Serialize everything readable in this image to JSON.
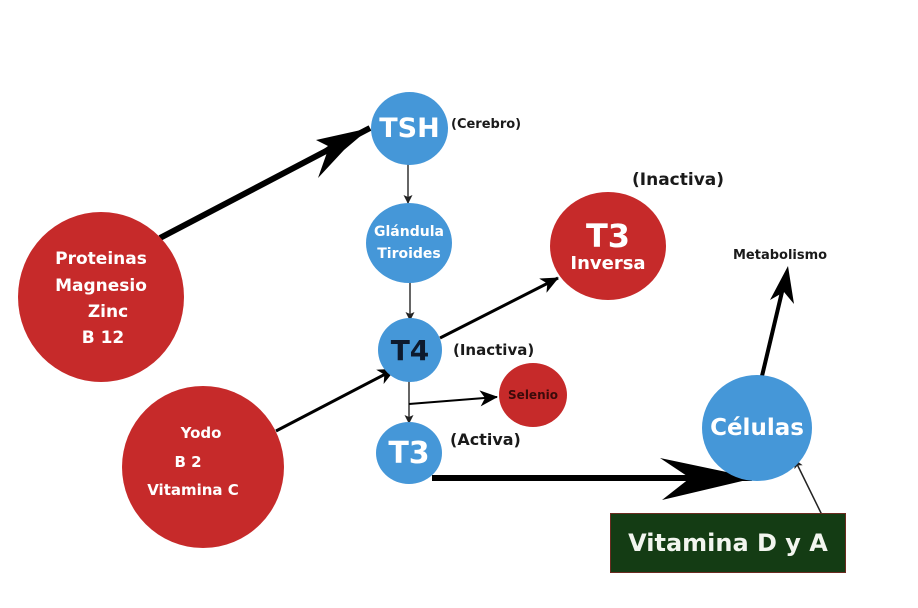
{
  "colors": {
    "nutrient_red": "#c62a2a",
    "hormone_blue": "#4597d8",
    "vitamin_box_green": "#143c14",
    "arrow": "#000000"
  },
  "nodes": {
    "tsh": {
      "label": "TSH",
      "note": "(Cerebro)"
    },
    "gland": {
      "line1": "Glándula",
      "line2": "Tiroides"
    },
    "t4": {
      "label": "T4",
      "note": "(Inactiva)"
    },
    "t3_active": {
      "label": "T3",
      "note": "(Activa)"
    },
    "t3_reverse": {
      "label": "T3",
      "sublabel": "Inversa",
      "note": "(Inactiva)"
    },
    "selenio": {
      "label": "Selenio"
    },
    "cells": {
      "label": "Células"
    },
    "metabolism": {
      "label": "Metabolismo"
    },
    "nutrients_1": {
      "items": [
        "Proteinas",
        "Magnesio",
        "Zinc",
        "B 12"
      ]
    },
    "nutrients_2": {
      "items": [
        "Yodo",
        "B 2",
        "Vitamina C"
      ]
    },
    "vitamin_box": {
      "label": "Vitamina D y A"
    }
  },
  "edges": [
    {
      "from": "nutrients_1",
      "to": "tsh"
    },
    {
      "from": "tsh",
      "to": "gland"
    },
    {
      "from": "gland",
      "to": "t4"
    },
    {
      "from": "nutrients_2",
      "to": "t4"
    },
    {
      "from": "t4",
      "to": "t3_reverse"
    },
    {
      "from": "t4",
      "to": "selenio"
    },
    {
      "from": "t4",
      "to": "t3_active"
    },
    {
      "from": "t3_active",
      "to": "cells"
    },
    {
      "from": "cells",
      "to": "metabolism"
    },
    {
      "from": "vitamin_box",
      "to": "cells"
    }
  ]
}
